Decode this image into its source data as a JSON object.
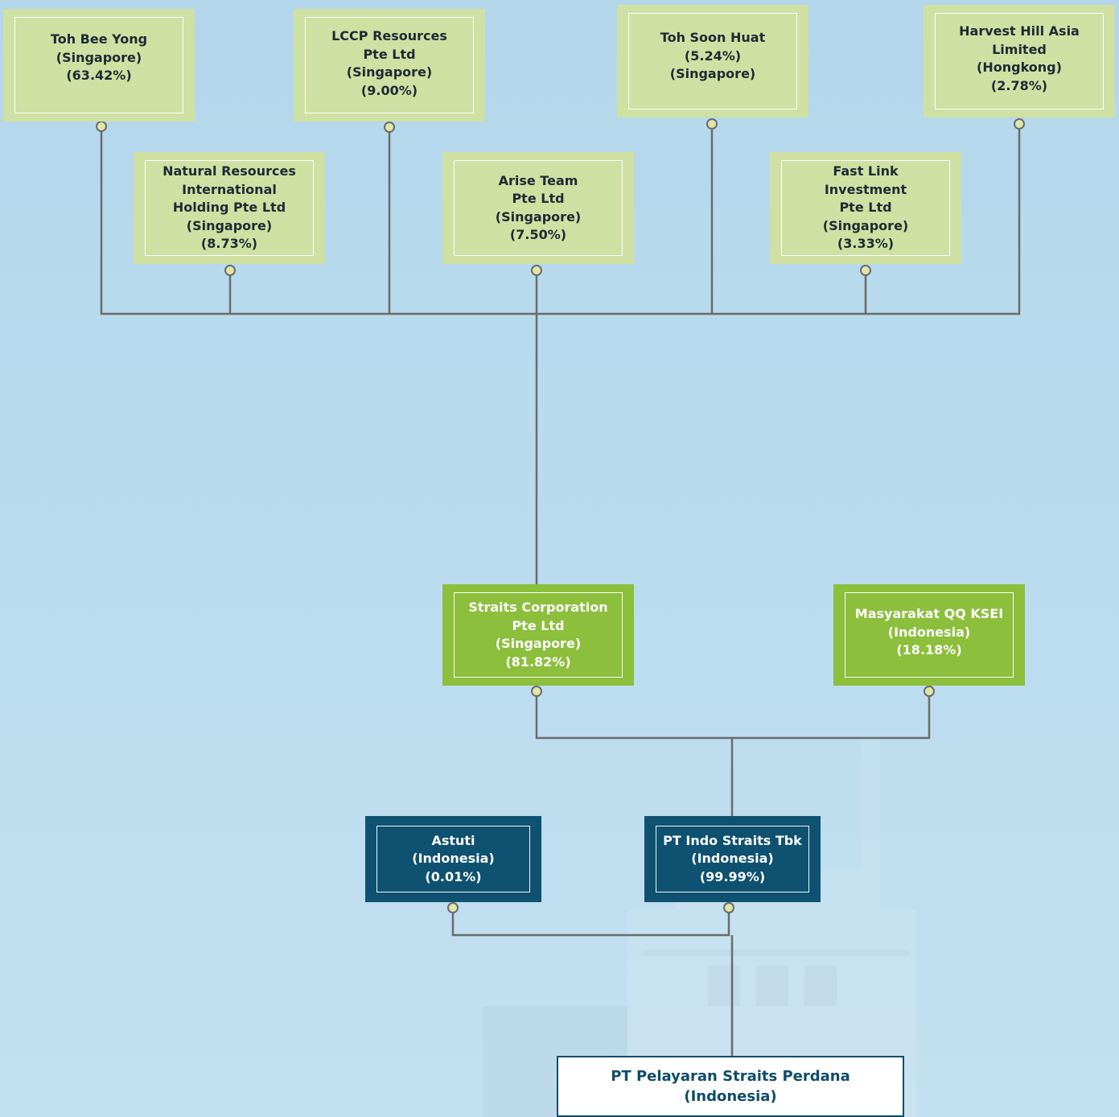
{
  "colors": {
    "light_box": "#cfe0a3",
    "green_box": "#8bbf3c",
    "navy_box": "#0e5170",
    "connector": "#6b6b6b",
    "node_dot": "#dfe6a8"
  },
  "shareholders": [
    {
      "id": "toh-bee-yong",
      "lines": [
        "Toh Bee Yong",
        "(Singapore)",
        "(63.42%)"
      ]
    },
    {
      "id": "natural-resources",
      "lines": [
        "Natural Resources",
        "International",
        "Holding Pte Ltd",
        "(Singapore)",
        "(8.73%)"
      ]
    },
    {
      "id": "lccp-resources",
      "lines": [
        "LCCP Resources",
        "Pte Ltd",
        "(Singapore)",
        "(9.00%)"
      ]
    },
    {
      "id": "arise-team",
      "lines": [
        "Arise Team",
        "Pte Ltd",
        "(Singapore)",
        "(7.50%)"
      ]
    },
    {
      "id": "toh-soon-huat",
      "lines": [
        "Toh Soon Huat",
        "(5.24%)",
        "(Singapore)"
      ]
    },
    {
      "id": "fast-link",
      "lines": [
        "Fast Link",
        "Investment",
        "Pte Ltd",
        "(Singapore)",
        "(3.33%)"
      ]
    },
    {
      "id": "harvest-hill",
      "lines": [
        "Harvest Hill Asia",
        "Limited",
        "(Hongkong)",
        "(2.78%)"
      ]
    }
  ],
  "middle": [
    {
      "id": "straits-corporation",
      "lines": [
        "Straits Corporation",
        "Pte Ltd",
        "(Singapore)",
        "(81.82%)"
      ]
    },
    {
      "id": "masyarakat",
      "lines": [
        "Masyarakat QQ KSEI",
        "(Indonesia)",
        "(18.18%)"
      ]
    }
  ],
  "lower": [
    {
      "id": "astuti",
      "lines": [
        "Astuti",
        "(Indonesia)",
        "(0.01%)"
      ]
    },
    {
      "id": "pt-indo-straits",
      "lines": [
        "PT Indo Straits Tbk",
        "(Indonesia)",
        "(99.99%)"
      ]
    }
  ],
  "subsidiary": {
    "id": "pt-pelayaran",
    "lines": [
      "PT Pelayaran Straits Perdana",
      "(Indonesia)"
    ]
  }
}
